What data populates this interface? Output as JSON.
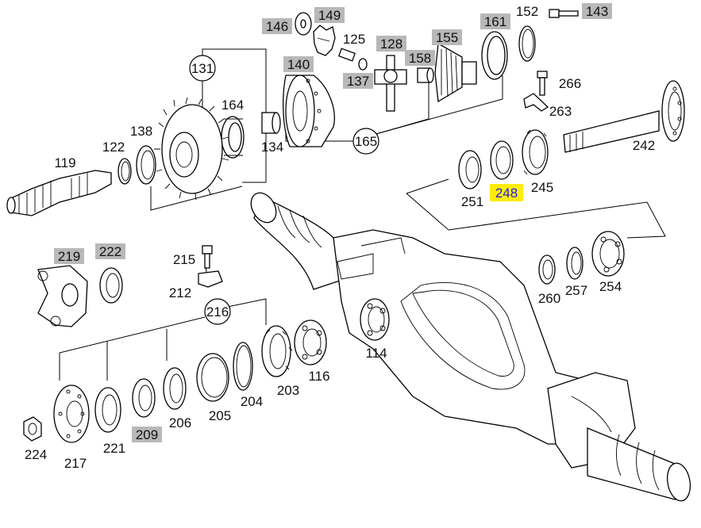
{
  "diagram": {
    "part_labels": {
      "p146": "146",
      "p149": "149",
      "p125": "125",
      "p128": "128",
      "p155": "155",
      "p161": "161",
      "p152": "152",
      "p143": "143",
      "p131": "131",
      "p140": "140",
      "p137": "137",
      "p158": "158",
      "p266": "266",
      "p263": "263",
      "p164": "164",
      "p138": "138",
      "p122": "122",
      "p134": "134",
      "p165": "165",
      "p119": "119",
      "p242": "242",
      "p251": "251",
      "p248": "248",
      "p245": "245",
      "p219": "219",
      "p222": "222",
      "p215": "215",
      "p212": "212",
      "p216": "216",
      "p260": "260",
      "p257": "257",
      "p254": "254",
      "p114": "114",
      "p116": "116",
      "p203": "203",
      "p204": "204",
      "p205": "205",
      "p206": "206",
      "p209": "209",
      "p221": "221",
      "p217": "217",
      "p224": "224"
    },
    "colors": {
      "highlight_gray": "#b8b8b8",
      "selected_yellow": "#ffee00",
      "selected_text_blue": "#1a1aff",
      "line_black": "#000000"
    }
  }
}
